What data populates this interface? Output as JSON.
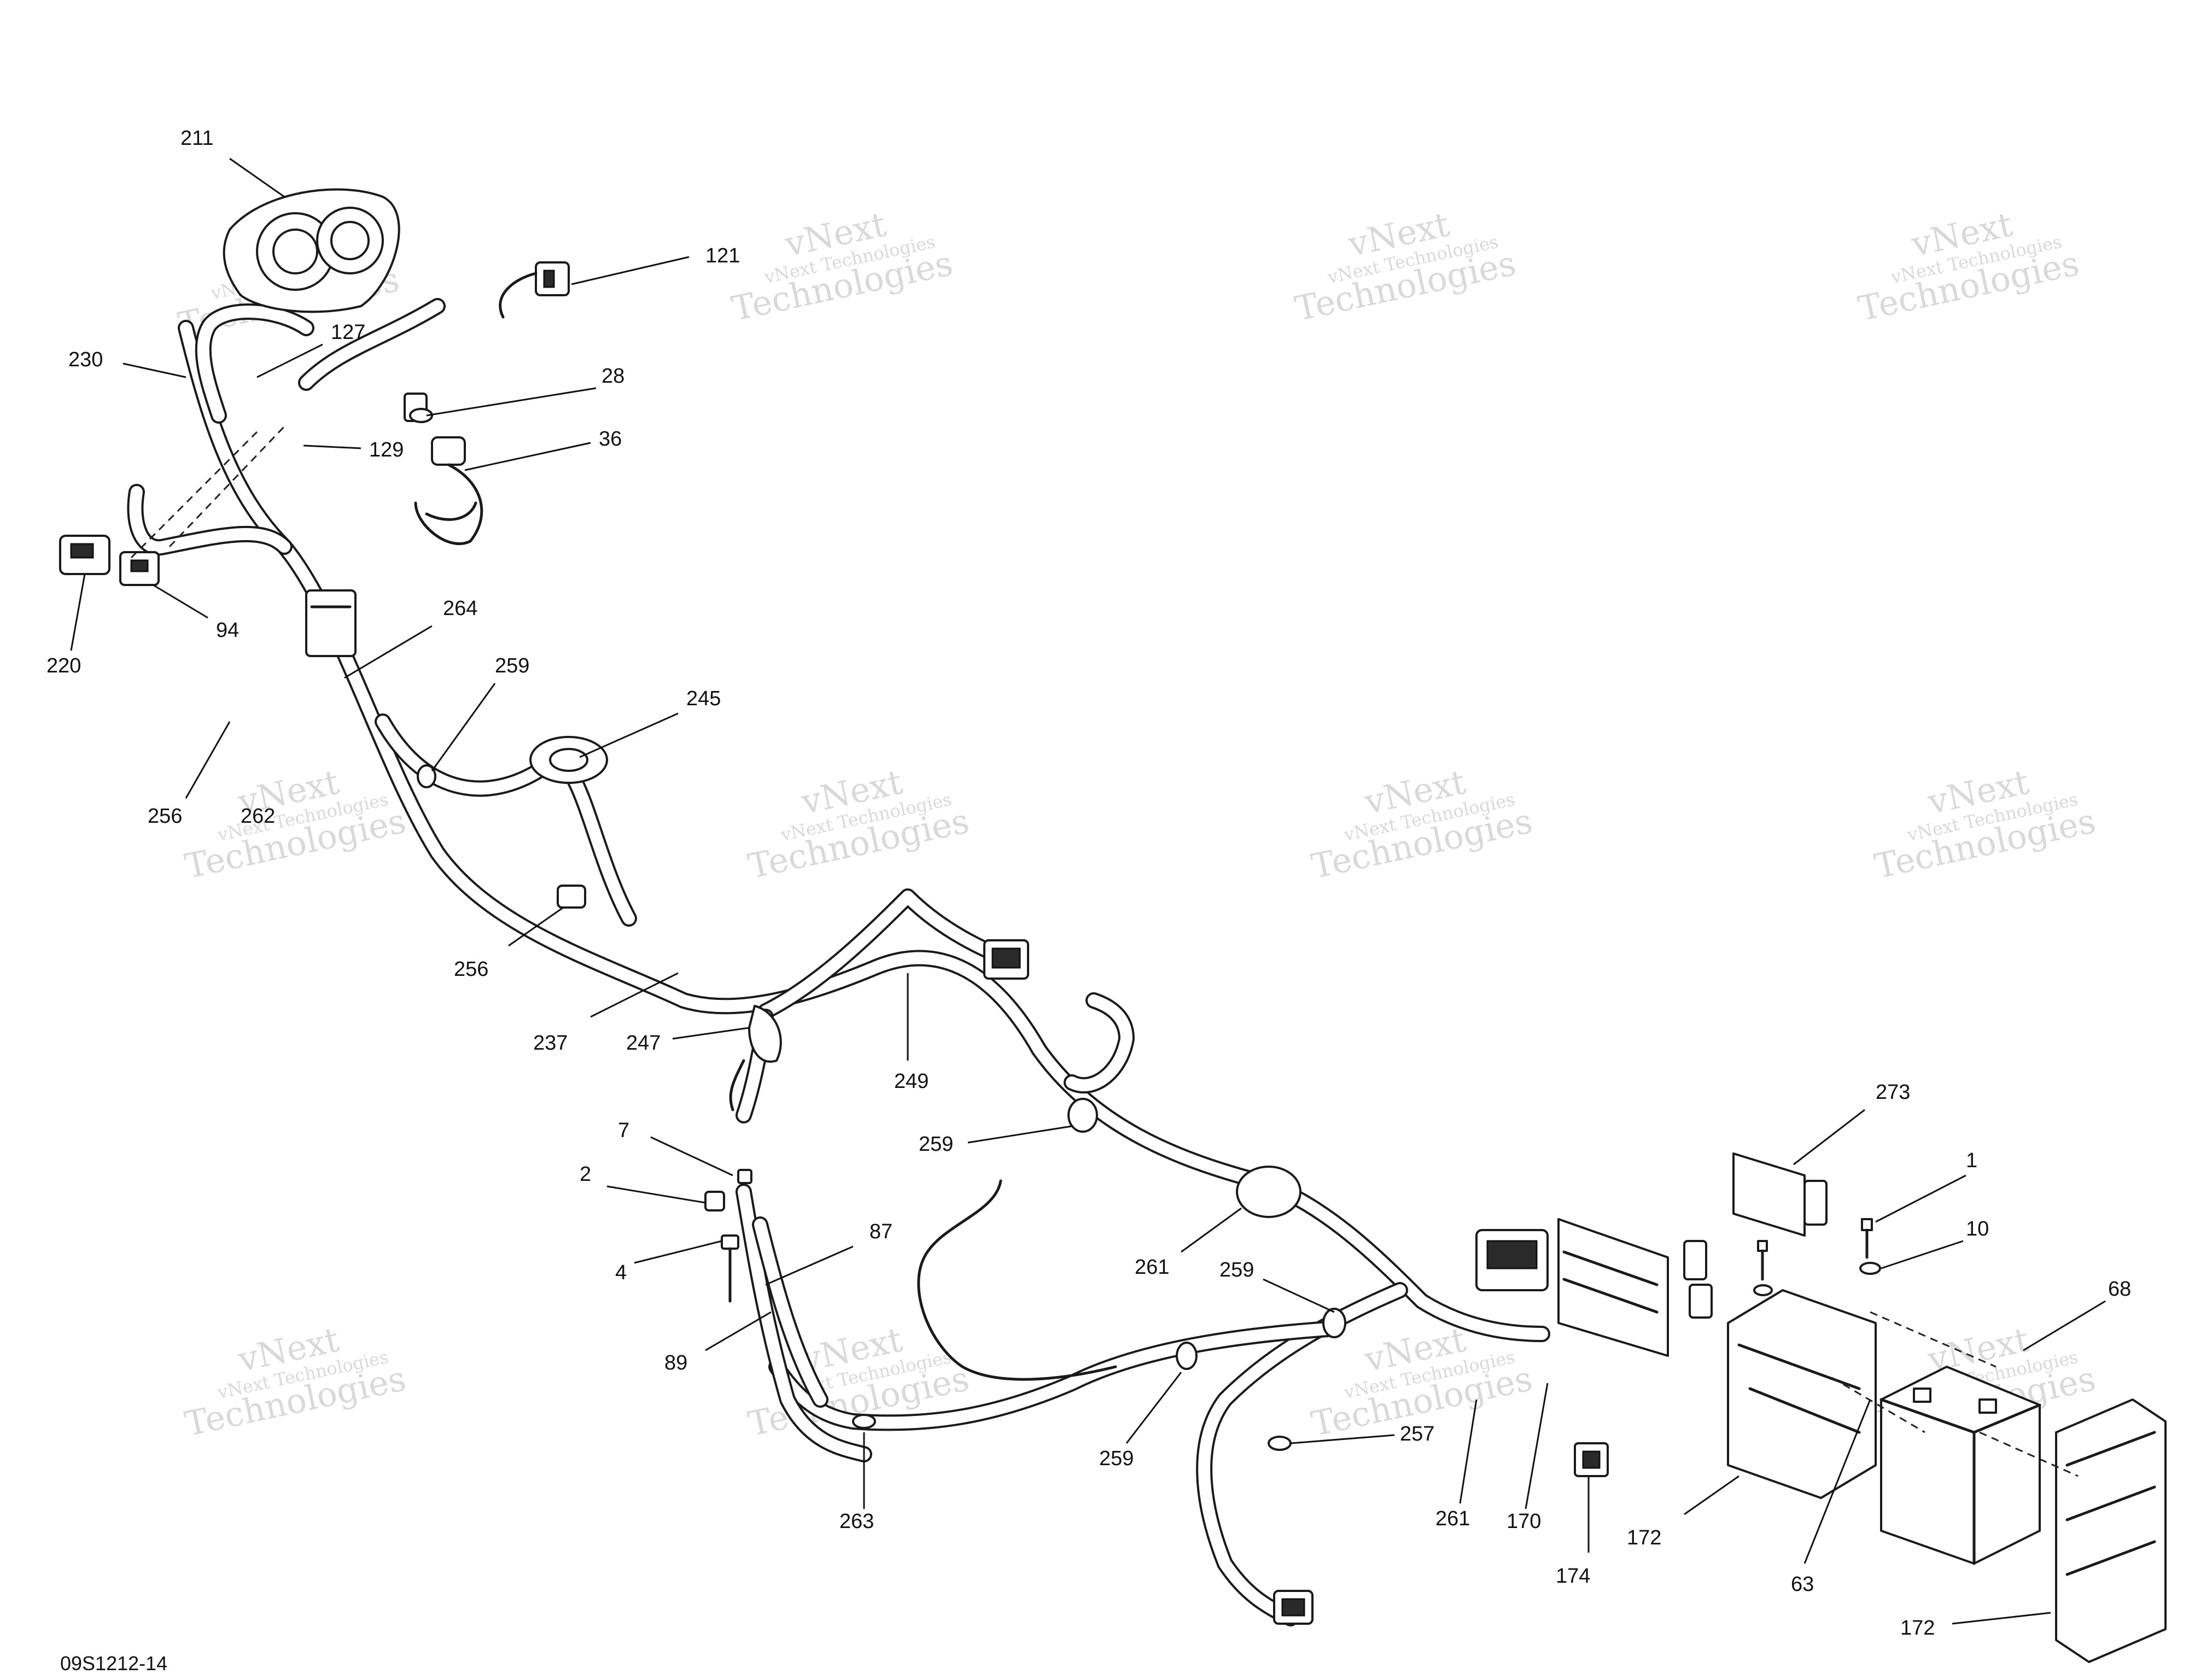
{
  "document_id": "09S1212-14",
  "watermark": {
    "brand": "vNext",
    "company": "vNext Technologies",
    "line": "Technologies"
  },
  "callouts": [
    {
      "id": "c211",
      "label": "211"
    },
    {
      "id": "c121",
      "label": "121"
    },
    {
      "id": "c127",
      "label": "127"
    },
    {
      "id": "c230",
      "label": "230"
    },
    {
      "id": "c28",
      "label": "28"
    },
    {
      "id": "c36",
      "label": "36"
    },
    {
      "id": "c129",
      "label": "129"
    },
    {
      "id": "c94",
      "label": "94"
    },
    {
      "id": "c220",
      "label": "220"
    },
    {
      "id": "c264",
      "label": "264"
    },
    {
      "id": "c259a",
      "label": "259"
    },
    {
      "id": "c245",
      "label": "245"
    },
    {
      "id": "c256a",
      "label": "256"
    },
    {
      "id": "c262",
      "label": "262"
    },
    {
      "id": "c256b",
      "label": "256"
    },
    {
      "id": "c237",
      "label": "237"
    },
    {
      "id": "c247",
      "label": "247"
    },
    {
      "id": "c249",
      "label": "249"
    },
    {
      "id": "c259b",
      "label": "259"
    },
    {
      "id": "c7",
      "label": "7"
    },
    {
      "id": "c2",
      "label": "2"
    },
    {
      "id": "c4",
      "label": "4"
    },
    {
      "id": "c87",
      "label": "87"
    },
    {
      "id": "c89",
      "label": "89"
    },
    {
      "id": "c261a",
      "label": "261"
    },
    {
      "id": "c259c",
      "label": "259"
    },
    {
      "id": "c259d",
      "label": "259"
    },
    {
      "id": "c263",
      "label": "263"
    },
    {
      "id": "c257",
      "label": "257"
    },
    {
      "id": "c261b",
      "label": "261"
    },
    {
      "id": "c170",
      "label": "170"
    },
    {
      "id": "c174",
      "label": "174"
    },
    {
      "id": "c273",
      "label": "273"
    },
    {
      "id": "c1",
      "label": "1"
    },
    {
      "id": "c10",
      "label": "10"
    },
    {
      "id": "c68",
      "label": "68"
    },
    {
      "id": "c172a",
      "label": "172"
    },
    {
      "id": "c63",
      "label": "63"
    },
    {
      "id": "c172b",
      "label": "172"
    }
  ]
}
